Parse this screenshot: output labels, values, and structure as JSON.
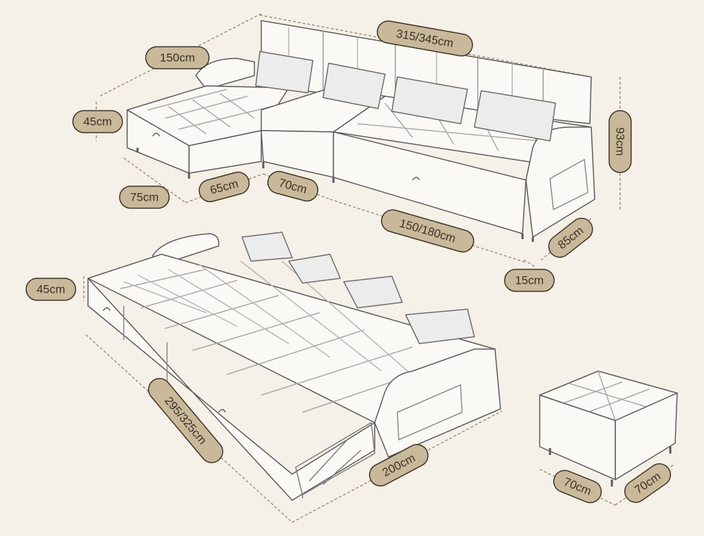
{
  "colors": {
    "background": "#f5f0e8",
    "pill_fill": "#c9b89a",
    "pill_stroke": "#3a3226",
    "dim_line": "#9b8a6a",
    "sketch": "#5a5a5a",
    "sketch_light": "#9a9a9a"
  },
  "labels": {
    "overall_length": "315/345cm",
    "chaise_length": "150cm",
    "seat_height": "45cm",
    "back_height": "93cm",
    "chaise_width": "75cm",
    "seat_depth_1": "65cm",
    "seat_depth_2": "70cm",
    "main_seat_length": "150/180cm",
    "depth": "85cm",
    "leg_height": "15cm",
    "bed_height": "45cm",
    "bed_length": "295/325cm",
    "bed_width": "200cm",
    "ottoman_length": "70cm",
    "ottoman_width": "70cm"
  }
}
